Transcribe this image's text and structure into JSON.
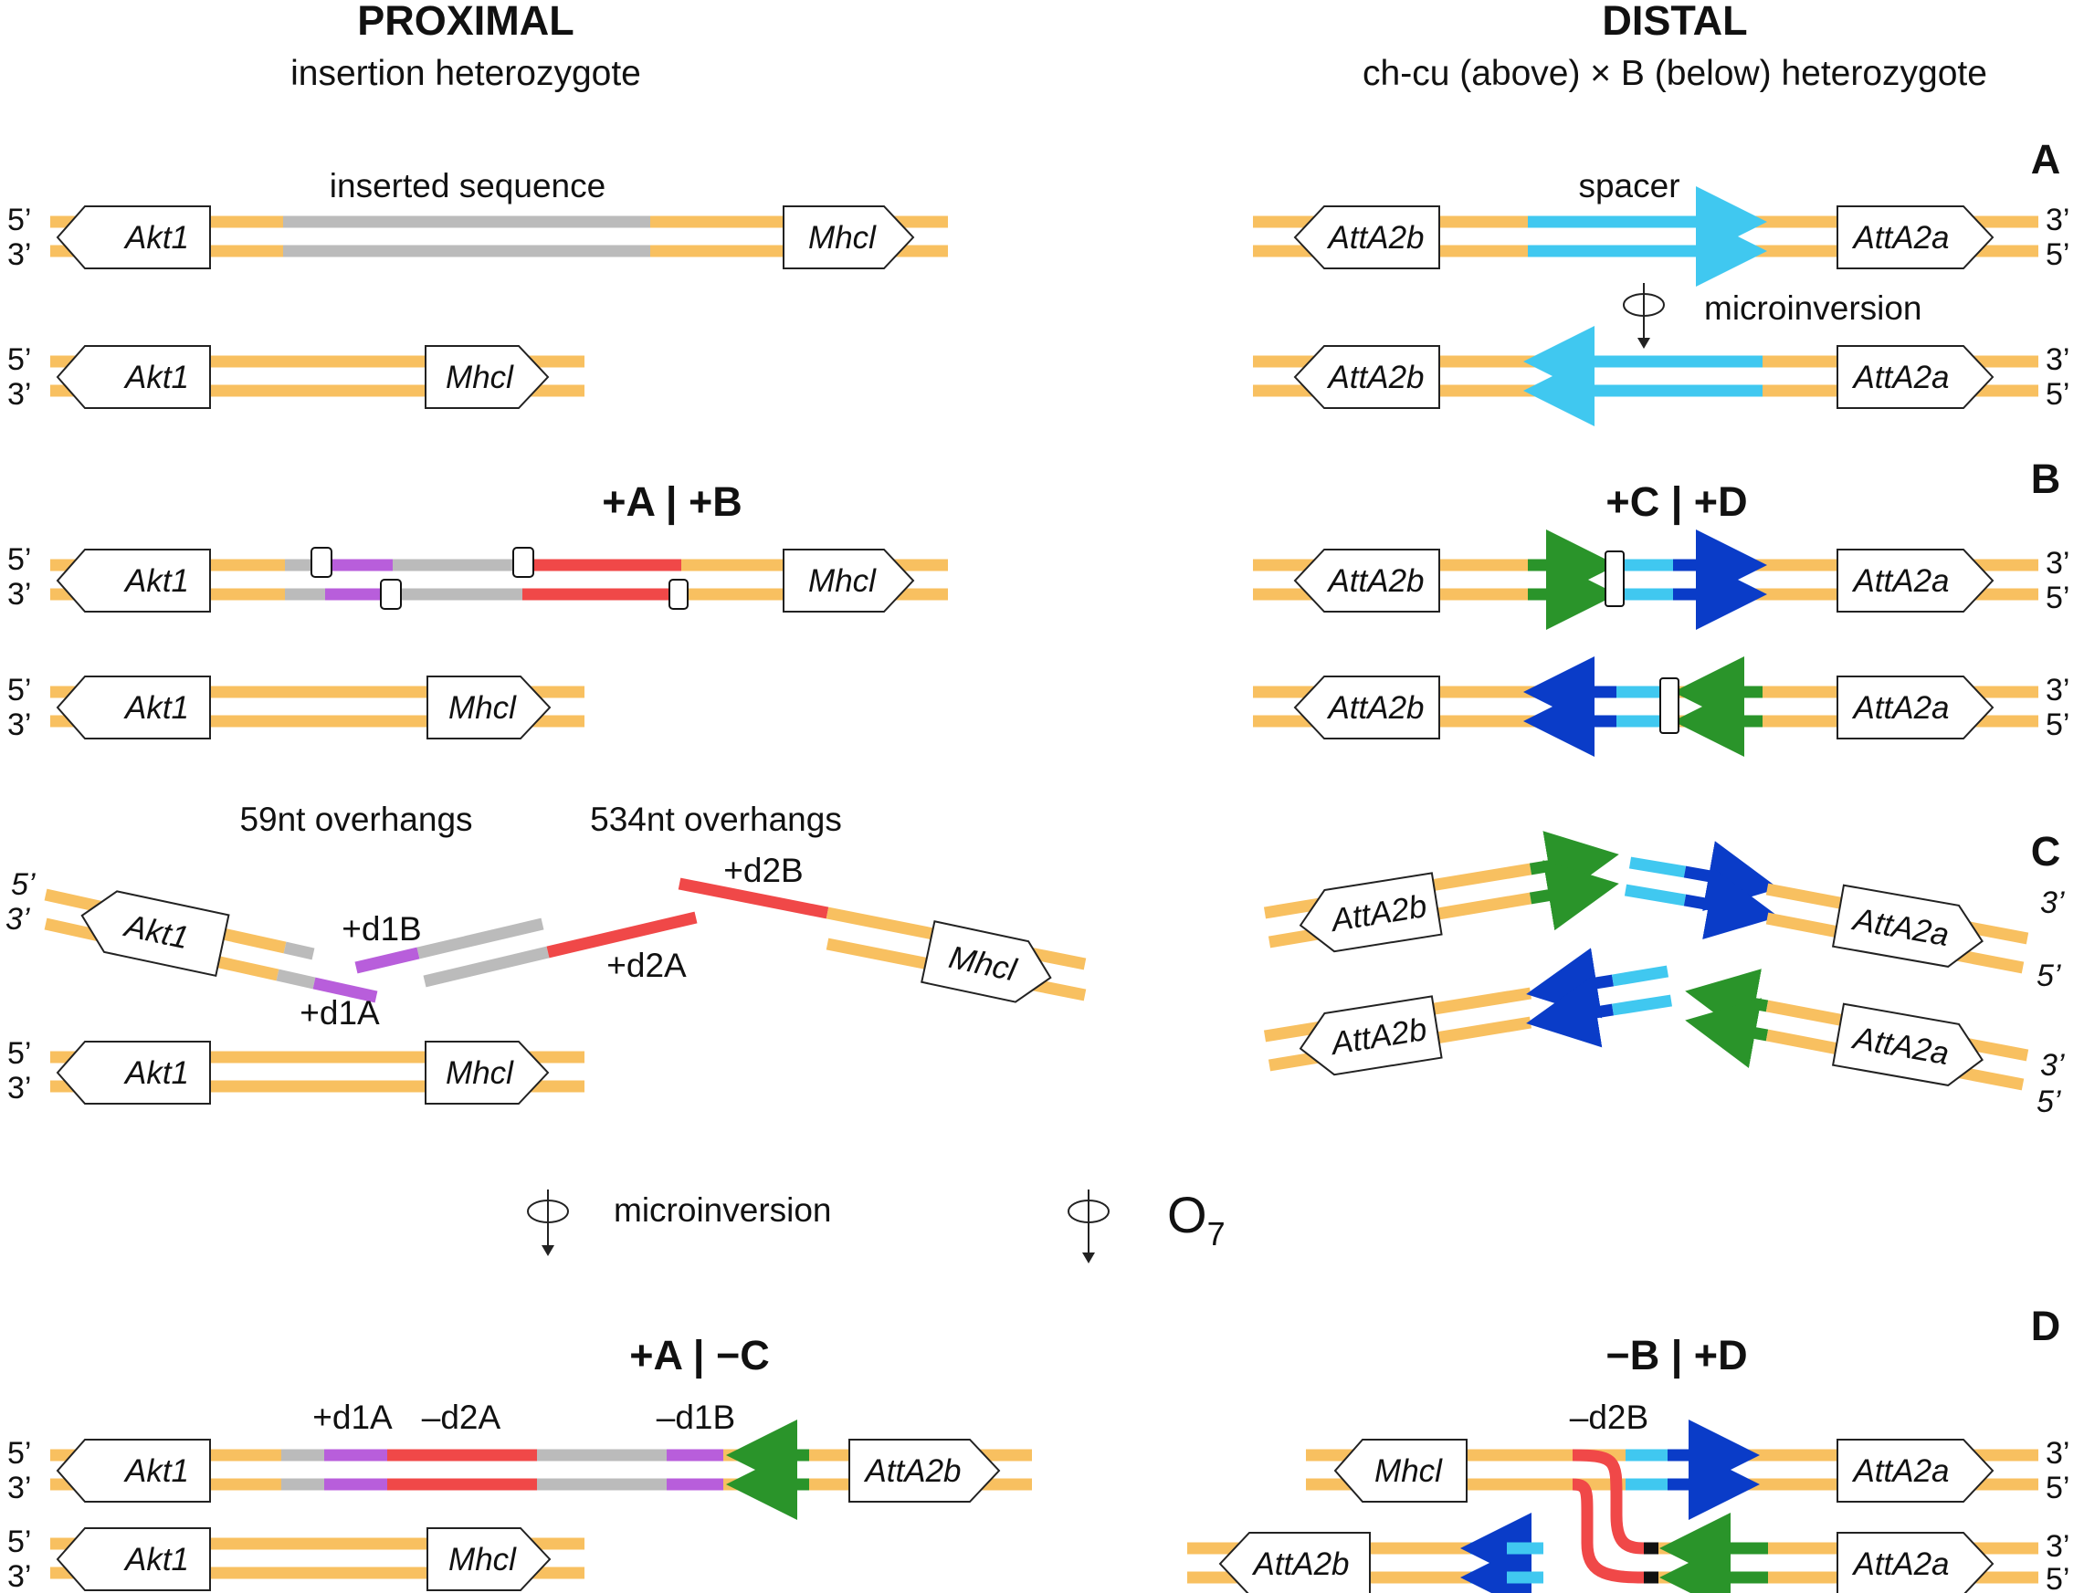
{
  "proximal": {
    "title": "PROXIMAL",
    "subtitle": "insertion heterozygote",
    "inserted_label": "inserted sequence",
    "overhang_59": "59nt overhangs",
    "overhang_534": "534nt overhangs",
    "d1B": "+d1B",
    "d1A": "+d1A",
    "d2A": "+d2A",
    "d2B": "+d2B"
  },
  "distal": {
    "title": "DISTAL",
    "subtitle": "ch-cu (above) × B (below) heterozygote",
    "spacer_label": "spacer",
    "microinversion": "microinversion"
  },
  "panels": {
    "A": "A",
    "B": "B",
    "C": "C",
    "D": "D"
  },
  "panel_b": {
    "left_title": "+A | +B",
    "right_title": "+C | +D"
  },
  "bottom": {
    "microinversion": "microinversion",
    "o7_base": "O",
    "o7_sub": "7"
  },
  "panel_d": {
    "left_title": "+A | −C",
    "right_title": "−B | +D",
    "label_plus_d1A": "+d1A",
    "label_minus_d2A": "–d2A",
    "label_minus_d1B": "–d1B",
    "label_minus_d2B": "–d2B"
  },
  "ends": {
    "five": "5’",
    "three": "3’"
  },
  "genes": {
    "akt1": "Akt1",
    "mhcl": "Mhcl",
    "att2a": "AttA2a",
    "att2b": "AttA2b"
  },
  "colors": {
    "strand": "#F8C060",
    "gray": "#BBBBBB",
    "purple": "#B85EDB",
    "red": "#F04848",
    "cyan": "#40C8F0",
    "navy": "#0A3CC8",
    "green": "#2A942A",
    "black": "#111111"
  }
}
